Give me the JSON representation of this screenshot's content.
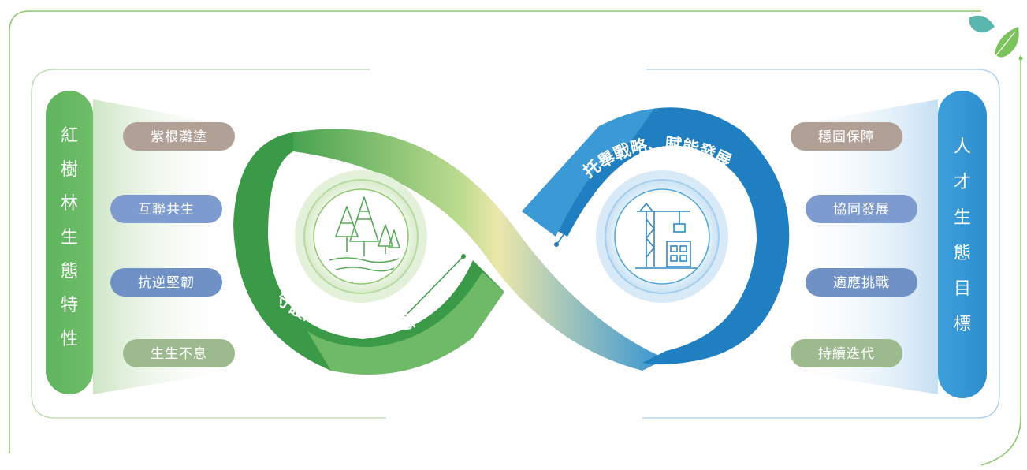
{
  "left_bar": {
    "chars": [
      "紅",
      "樹",
      "林",
      "生",
      "態",
      "特",
      "性"
    ]
  },
  "right_bar": {
    "chars": [
      "人",
      "才",
      "生",
      "態",
      "目",
      "標"
    ]
  },
  "left_pills": [
    {
      "label": "紫根灘塗",
      "color": "#b0a096"
    },
    {
      "label": "互聯共生",
      "color": "#7e9bcf"
    },
    {
      "label": "抗逆堅韌",
      "color": "#6f91c6"
    },
    {
      "label": "生生不息",
      "color": "#9cba8e"
    }
  ],
  "right_pills": [
    {
      "label": "穩固保障",
      "color": "#b0a096"
    },
    {
      "label": "協同發展",
      "color": "#7e9bcf"
    },
    {
      "label": "適應挑戰",
      "color": "#6f91c6"
    },
    {
      "label": "持續迭代",
      "color": "#9cba8e"
    }
  ],
  "left_band_text": "守護海岸、滋養生態",
  "right_band_text": "托舉戰略、賦能發展",
  "icons": {
    "left": "mangrove-forest-icon",
    "right": "construction-crane-icon",
    "corner": "leaf-icon"
  },
  "colors": {
    "green": "#3a9e4a",
    "light_green": "#8cc86e",
    "blue": "#1f7fc0",
    "light_blue": "#4fa6dc",
    "yellow": "#ece6a6"
  }
}
